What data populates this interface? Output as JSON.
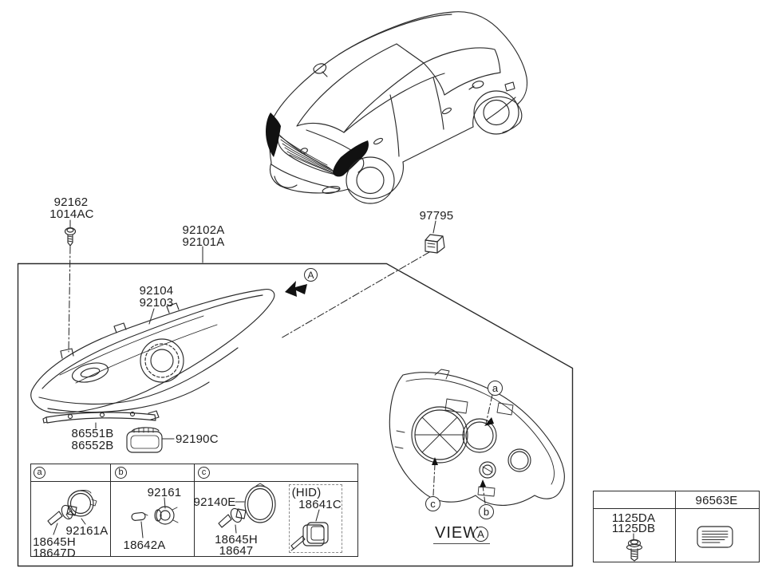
{
  "callouts": {
    "screw": {
      "line1": "92162",
      "line2": "1014AC"
    },
    "headlamp_assembly": {
      "line1": "92102A",
      "line2": "92101A"
    },
    "connector": {
      "label": "97795"
    },
    "lens_cover": {
      "line1": "92104",
      "line2": "92103"
    },
    "strip": {
      "line1": "86551B",
      "line2": "86552B"
    },
    "dust_cover": {
      "label": "92190C"
    },
    "direction_ref": "A",
    "view": {
      "word": "VIEW",
      "ref": "A"
    }
  },
  "rear_view_markers": {
    "a": "a",
    "b": "b",
    "c": "c"
  },
  "bulb_table": {
    "cell_a": {
      "header": "a",
      "cap_label": "92161A",
      "bulb_line1": "18645H",
      "bulb_line2": "18647D"
    },
    "cell_b": {
      "header": "b",
      "socket_label": "92161",
      "bulb_label": "18642A"
    },
    "cell_c": {
      "header": "c",
      "ring_label": "92140E",
      "bulb_line1": "18645H",
      "bulb_line2": "18647",
      "hid_note": "(HID)",
      "hid_label": "18641C"
    }
  },
  "hardware_table": {
    "header": "96563E",
    "bolt_line1": "1125DA",
    "bolt_line2": "1125DB"
  },
  "colors": {
    "line": "#2b2b2b",
    "text": "#1d1d1d",
    "fill_black": "#111111"
  }
}
